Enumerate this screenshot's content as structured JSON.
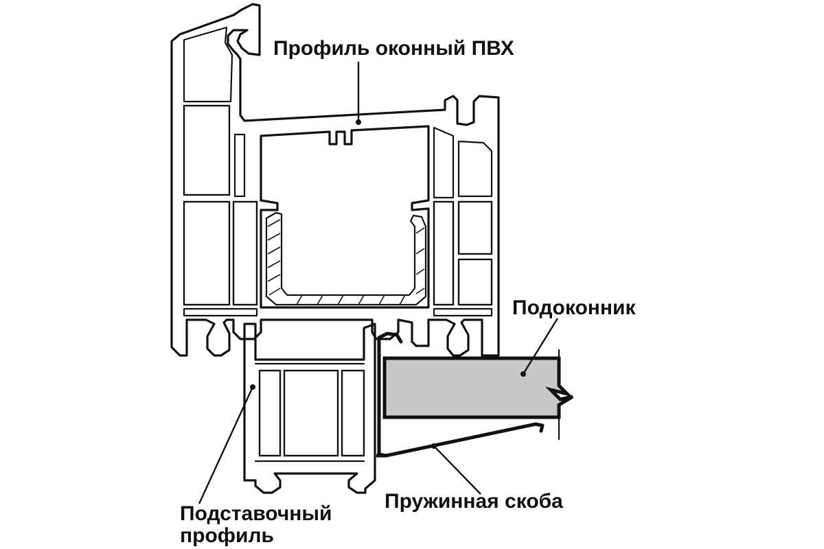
{
  "labels": {
    "window_profile": "Профиль оконный ПВХ",
    "sill": "Подоконник",
    "spring_bracket": "Пружинная скоба",
    "base_profile_line1": "Подставочный",
    "base_profile_line2": "профиль"
  },
  "colors": {
    "line": "#111111",
    "sill_fill": "#c8c8c8",
    "background": "#ffffff"
  }
}
